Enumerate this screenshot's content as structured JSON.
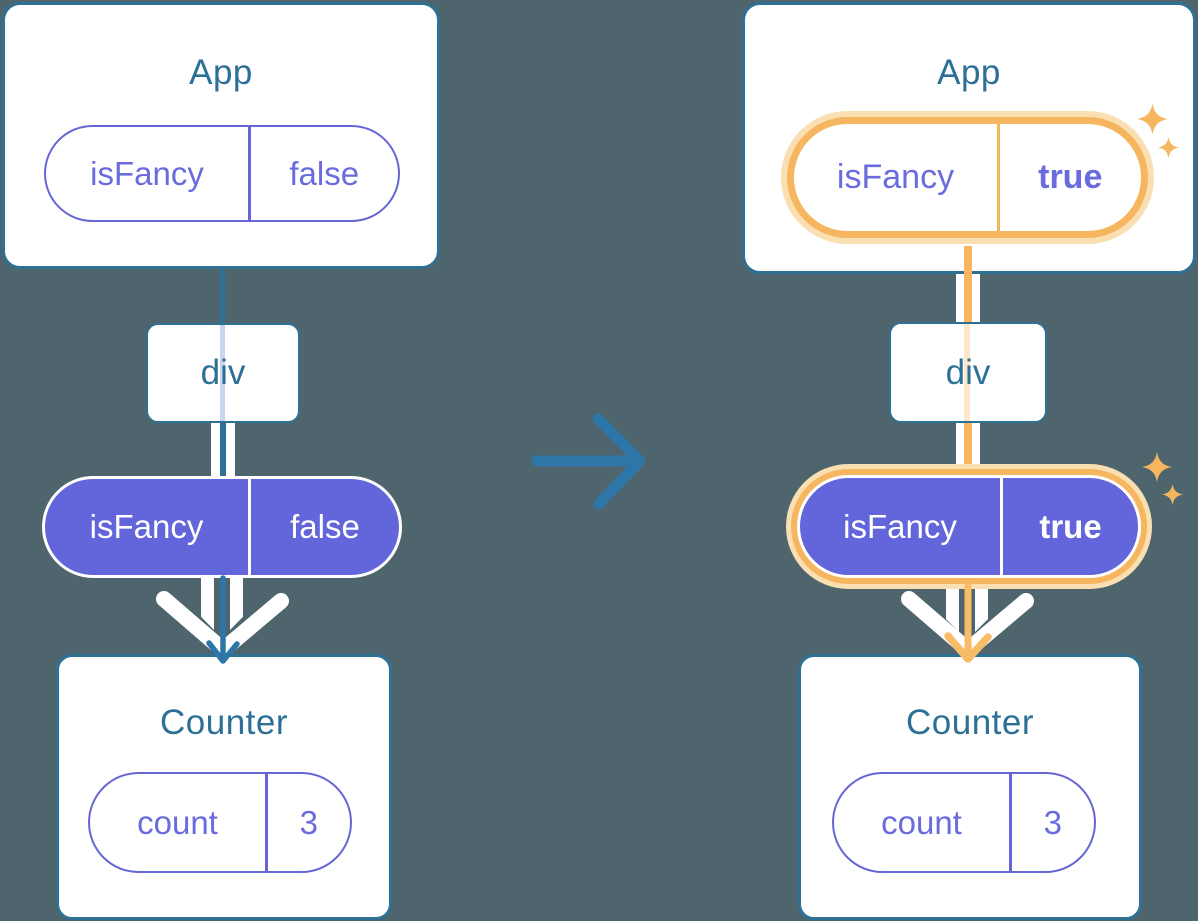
{
  "colors": {
    "background": "#4E656E",
    "card_border": "#2F7195",
    "title_text": "#2D7096",
    "purple_outline": "#6766D6",
    "purple_fill": "#6366DA",
    "highlight_orange": "#F6B65F",
    "highlight_glow": "#FADFB2",
    "arrow_blue": "#2E76A8",
    "pass_down_arrow": "#FFFFFF"
  },
  "icons": {
    "sparkle": "four-point-star",
    "transition": "right-arrow",
    "pass_down": "down-chevron"
  },
  "before": {
    "app": {
      "title": "App",
      "state_pill": {
        "key": "isFancy",
        "value": "false"
      }
    },
    "child": {
      "label": "div"
    },
    "passed_prop_pill": {
      "key": "isFancy",
      "value": "false"
    },
    "counter": {
      "title": "Counter",
      "state_pill": {
        "key": "count",
        "value": "3"
      }
    }
  },
  "after": {
    "app": {
      "title": "App",
      "state_pill": {
        "key": "isFancy",
        "value": "true"
      }
    },
    "child": {
      "label": "div"
    },
    "passed_prop_pill": {
      "key": "isFancy",
      "value": "true"
    },
    "counter": {
      "title": "Counter",
      "state_pill": {
        "key": "count",
        "value": "3"
      }
    }
  }
}
